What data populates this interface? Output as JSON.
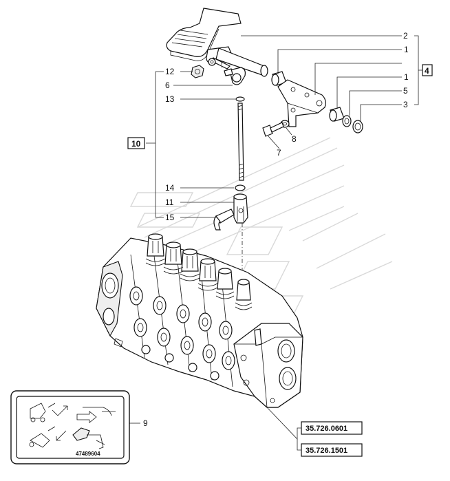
{
  "callouts": {
    "c2": "2",
    "c1a": "1",
    "c1b": "1",
    "c5": "5",
    "c3": "3",
    "c4": "4",
    "c12": "12",
    "c6": "6",
    "c13": "13",
    "c10": "10",
    "c8": "8",
    "c7": "7",
    "c14": "14",
    "c11": "11",
    "c15": "15",
    "c9": "9"
  },
  "part_numbers": [
    "35.726.0601",
    "35.726.1501"
  ],
  "decal": {
    "code": "47489604"
  },
  "colors": {
    "line": "#111111",
    "watermark": "#d9d9d9",
    "background": "#ffffff"
  }
}
